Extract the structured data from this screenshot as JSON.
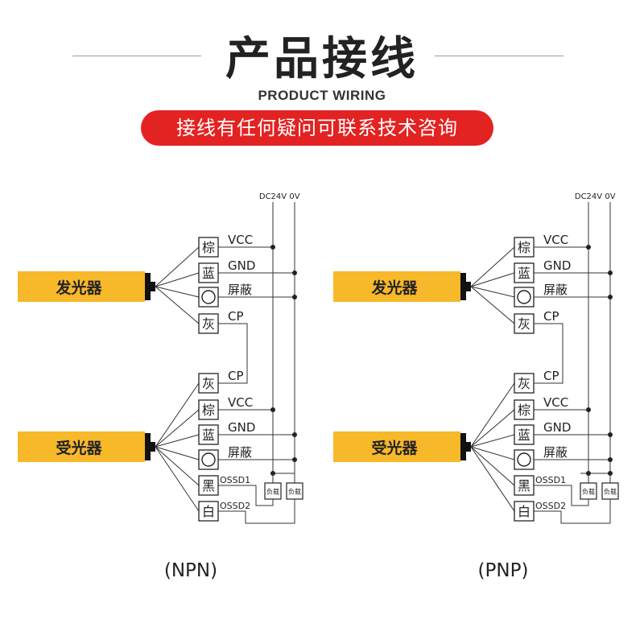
{
  "header": {
    "title": "产品接线",
    "subtitle": "PRODUCT WIRING",
    "banner": "接线有任何疑问可联系技术咨询"
  },
  "colors": {
    "banner": "#e32222",
    "sensor_bar": "#f7b829",
    "wire": "#333333"
  },
  "power": {
    "dc": "DC24V",
    "zero": "0V"
  },
  "emitter": {
    "name": "发光器",
    "wires": [
      {
        "color": "棕",
        "signal": "VCC"
      },
      {
        "color": "蓝",
        "signal": "GND"
      },
      {
        "color": "○",
        "signal": "屏蔽"
      },
      {
        "color": "灰",
        "signal": "CP"
      }
    ]
  },
  "receiver": {
    "name": "受光器",
    "wires": [
      {
        "color": "灰",
        "signal": "CP"
      },
      {
        "color": "棕",
        "signal": "VCC"
      },
      {
        "color": "蓝",
        "signal": "GND"
      },
      {
        "color": "○",
        "signal": "屏蔽"
      },
      {
        "color": "黑",
        "signal": "OSSD1"
      },
      {
        "color": "白",
        "signal": "OSSD2"
      }
    ]
  },
  "load_label": "负载",
  "panels": [
    {
      "type": "NPN",
      "caption": "(NPN)"
    },
    {
      "type": "PNP",
      "caption": "(PNP)"
    }
  ]
}
